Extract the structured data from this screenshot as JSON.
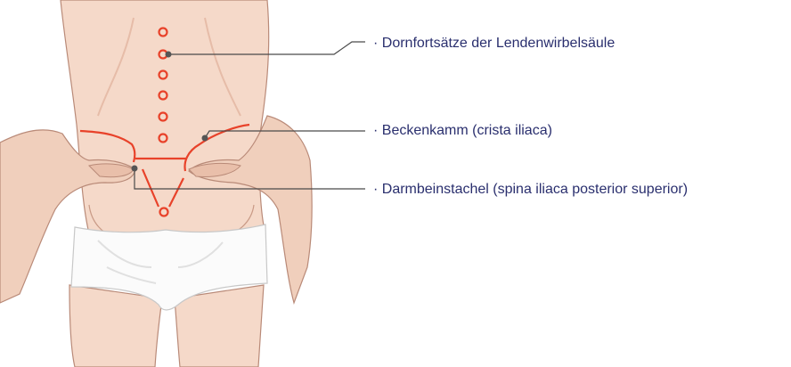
{
  "colors": {
    "skin": "#f5d9c9",
    "skin_shadow": "#e9bfaa",
    "skin_dark": "#d9a58f",
    "outline": "#b98a78",
    "marking_red": "#e8422a",
    "leader_line": "#4a4a4a",
    "pin": "#555555",
    "label_text": "#2a2f6e",
    "underwear": "#fbfbfb"
  },
  "labels": [
    {
      "text": "· Dornfortsätze der Lendenwirbelsäule"
    },
    {
      "text": "· Beckenkamm (crista iliaca)"
    },
    {
      "text": "· Darmbeinstachel (spina iliaca posterior superior)"
    }
  ]
}
